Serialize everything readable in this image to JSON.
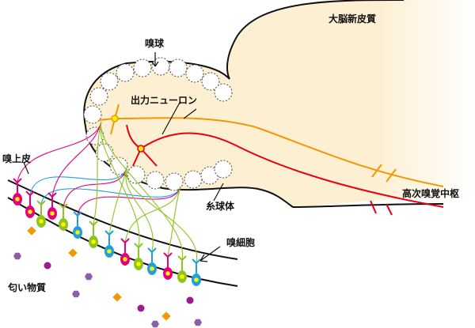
{
  "labels": {
    "cortex": "大脳新皮質",
    "bulb": "嗅球",
    "output_neuron": "出力ニューロン",
    "epithelium": "嗅上皮",
    "glomerulus": "糸球体",
    "higher_center": "高次嗅覚中枢",
    "olfactory_cell": "嗅細胞",
    "odorants": "匂い物質"
  },
  "colors": {
    "brain_fill": "#fdf0d2",
    "outline": "#111111",
    "output_neuron_orange": "#f39800",
    "output_neuron_red": "#e60012",
    "receptor_colors": [
      "#e4007f",
      "#1ea0dc",
      "#8fc31f"
    ],
    "odorant_colors": [
      "#f39800",
      "#8b5fa8",
      "#9b1b8a"
    ]
  }
}
